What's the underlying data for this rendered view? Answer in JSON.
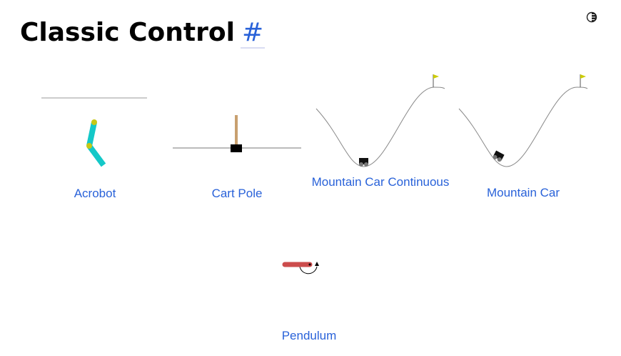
{
  "header": {
    "title": "Classic Control",
    "anchor_symbol": "#"
  },
  "theme_toggle_icon": "contrast-half-circle-icon",
  "colors": {
    "link": "#2962d9",
    "title": "#000000",
    "acrobot_link": "#14c8c8",
    "acrobot_joint": "#c8c814",
    "cart_pole": "#c8a070",
    "pendulum_rod": "#cc4c4c",
    "flag": "#cccc00"
  },
  "environments": [
    {
      "id": "acrobot",
      "label": "Acrobot"
    },
    {
      "id": "cart-pole",
      "label": "Cart Pole"
    },
    {
      "id": "mountain-car-continuous",
      "label": "Mountain Car Continuous"
    },
    {
      "id": "mountain-car",
      "label": "Mountain Car"
    },
    {
      "id": "pendulum",
      "label": "Pendulum"
    }
  ]
}
